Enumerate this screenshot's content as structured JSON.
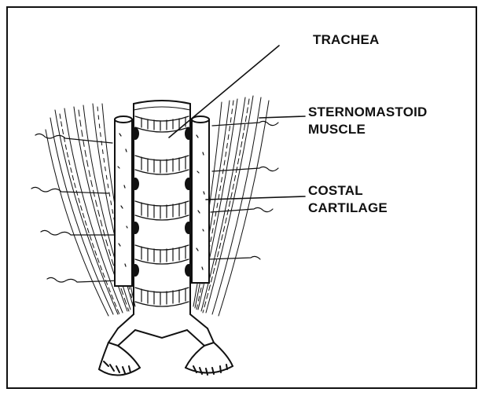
{
  "labels": {
    "trachea": "TRACHEA",
    "sternomastoid_line1": "STERNOMASTOID",
    "sternomastoid_line2": "MUSCLE",
    "costal_line1": "COSTAL",
    "costal_line2": "CARTILAGE"
  },
  "colors": {
    "ink": "#111111",
    "paper": "#ffffff"
  }
}
